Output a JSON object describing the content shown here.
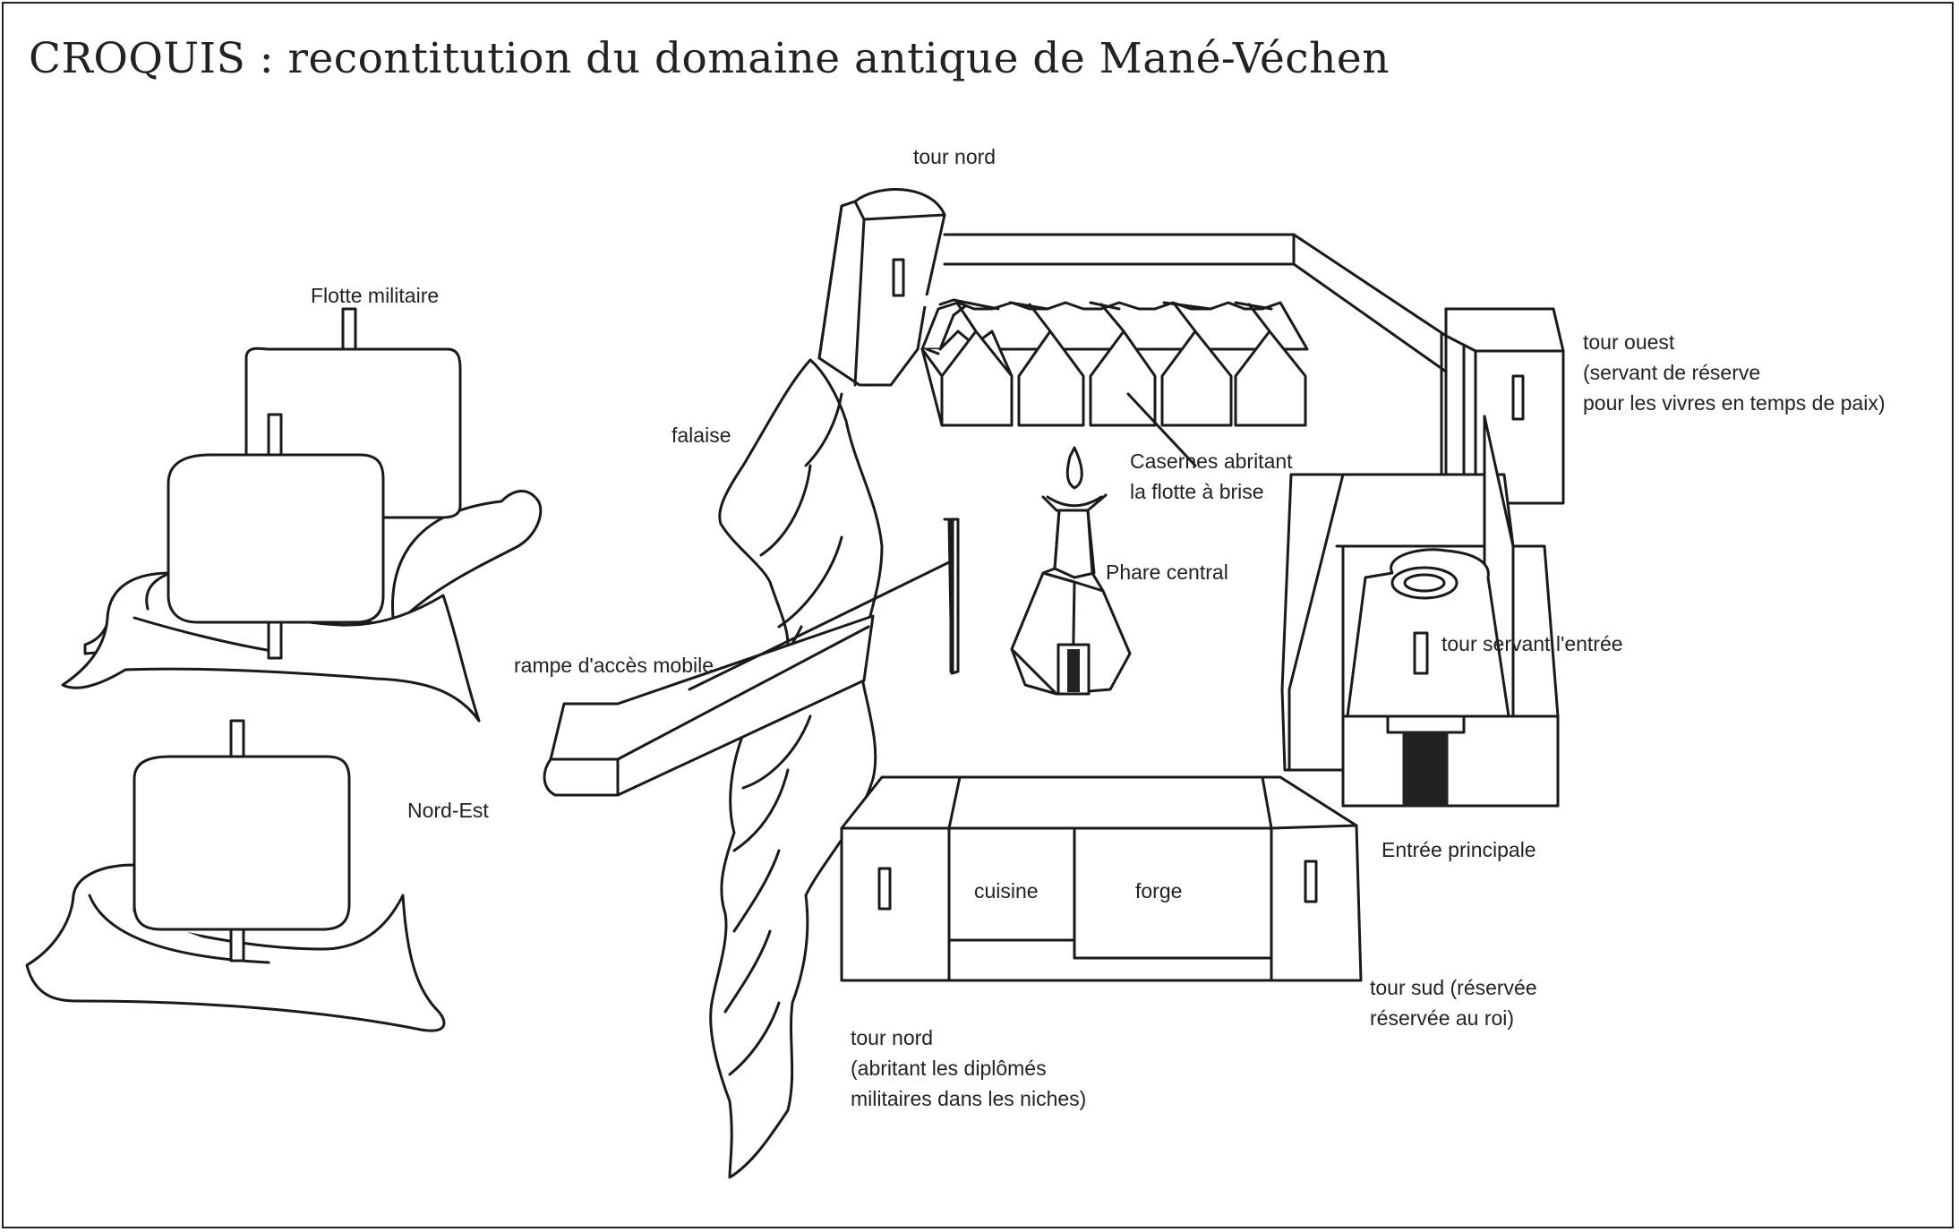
{
  "title": "CROQUIS : recontitution du domaine antique de Mané-Véchen",
  "labels": {
    "tour_top": "tour nord",
    "flotte": "Flotte militaire",
    "falaise": "falaise",
    "casernes": "Casernes abritant\nla flotte à brise",
    "phare": "Phare central",
    "rampe": "rampe d'accès mobile",
    "nord_est": "Nord-Est",
    "tour_est": "tour ouest\n(servant de réserve\npour les vivres en temps de paix)",
    "tour_principale": "tour servant l'entrée",
    "entree": "Entrée principale",
    "cuisine": "cuisine",
    "forge": "forge",
    "tour_sud_right": "tour sud (réservée\nréservée au roi)",
    "tour_nord_bottom": "tour nord\n(abritant les diplômés\nmilitaires dans les niches)"
  }
}
